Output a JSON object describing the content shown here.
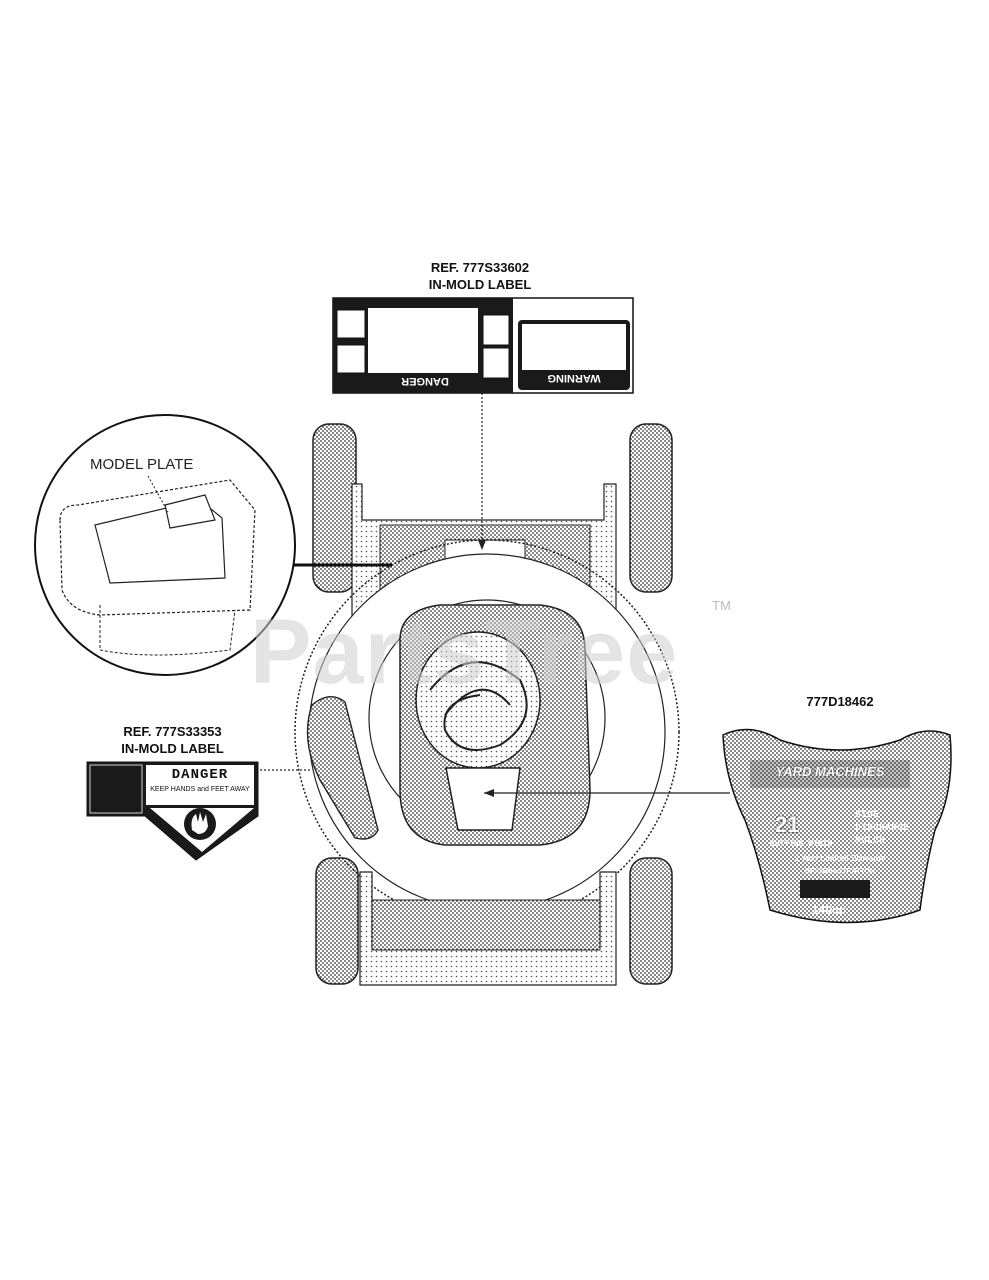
{
  "callouts": {
    "top_ref": "REF. 777S33602",
    "top_desc": "IN-MOLD LABEL",
    "left_ref": "REF. 777S33353",
    "left_desc": "IN-MOLD LABEL",
    "right_ref": "777D18462",
    "model_plate": "MODEL PLATE"
  },
  "danger_label": {
    "heading": "DANGER",
    "subtext": "KEEP HANDS and FEET AWAY"
  },
  "top_label": {
    "danger_text": "DANGER",
    "warning_text": "WARNING"
  },
  "hood_decal": {
    "brand": "YARD MACHINES",
    "cutting_size": "21",
    "cutting_width": "CUTTING WIDTH",
    "modes": [
      "SIDE",
      "DISCHARGE",
      "MULCH"
    ],
    "warranty": "2 Year Limited Warranty",
    "engine_brand": "BRIGGS&STRATTON",
    "engine_size": "140cc"
  },
  "watermark": {
    "text": "PartsTree",
    "tm": "TM"
  },
  "colors": {
    "ink": "#111111",
    "watermark": "#d6d6d6",
    "stipple": "#555555"
  }
}
